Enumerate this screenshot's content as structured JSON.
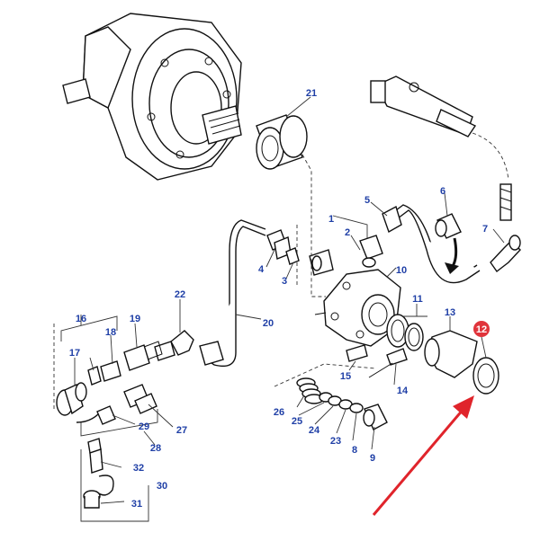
{
  "colors": {
    "callout": "#1f3fa6",
    "highlight": "#e0343b",
    "arrow": "#e0242b",
    "line": "#111111"
  },
  "callouts": [
    {
      "id": "c21",
      "label": "21"
    },
    {
      "id": "c1",
      "label": "1"
    },
    {
      "id": "c2",
      "label": "2"
    },
    {
      "id": "c3",
      "label": "3"
    },
    {
      "id": "c4",
      "label": "4"
    },
    {
      "id": "c5",
      "label": "5"
    },
    {
      "id": "c6",
      "label": "6"
    },
    {
      "id": "c7",
      "label": "7"
    },
    {
      "id": "c10",
      "label": "10"
    },
    {
      "id": "c11",
      "label": "11"
    },
    {
      "id": "c13",
      "label": "13"
    },
    {
      "id": "c12",
      "label": "12"
    },
    {
      "id": "c14",
      "label": "14"
    },
    {
      "id": "c15",
      "label": "15"
    },
    {
      "id": "c16",
      "label": "16"
    },
    {
      "id": "c17",
      "label": "17"
    },
    {
      "id": "c18",
      "label": "18"
    },
    {
      "id": "c19",
      "label": "19"
    },
    {
      "id": "c20",
      "label": "20"
    },
    {
      "id": "c22",
      "label": "22"
    },
    {
      "id": "c23",
      "label": "23"
    },
    {
      "id": "c24",
      "label": "24"
    },
    {
      "id": "c25",
      "label": "25"
    },
    {
      "id": "c26",
      "label": "26"
    },
    {
      "id": "c27",
      "label": "27"
    },
    {
      "id": "c28",
      "label": "28"
    },
    {
      "id": "c29",
      "label": "29"
    },
    {
      "id": "c30",
      "label": "30"
    },
    {
      "id": "c31",
      "label": "31"
    },
    {
      "id": "c32",
      "label": "32"
    },
    {
      "id": "c8",
      "label": "8"
    },
    {
      "id": "c9",
      "label": "9"
    }
  ],
  "highlighted": "12"
}
